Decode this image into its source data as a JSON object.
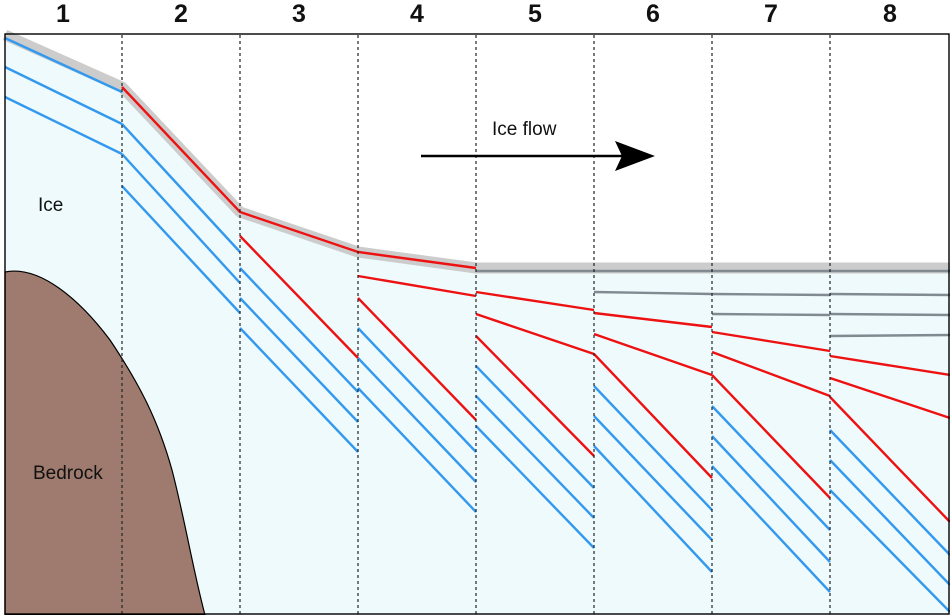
{
  "columns": [
    "1",
    "2",
    "3",
    "4",
    "5",
    "6",
    "7",
    "8"
  ],
  "labels": {
    "ice": "Ice",
    "bedrock": "Bedrock",
    "flow": "Ice flow"
  },
  "colors": {
    "ice": "#eefafc",
    "bedrock": "#9e7b6e",
    "surface_band": "#cccccc",
    "old_layer": "#3399ee",
    "new_layer": "#ee1111",
    "flat_layer": "#808a90",
    "divider": "#222222",
    "outline": "#000000"
  },
  "legend_arrow": "right-arrow-icon"
}
